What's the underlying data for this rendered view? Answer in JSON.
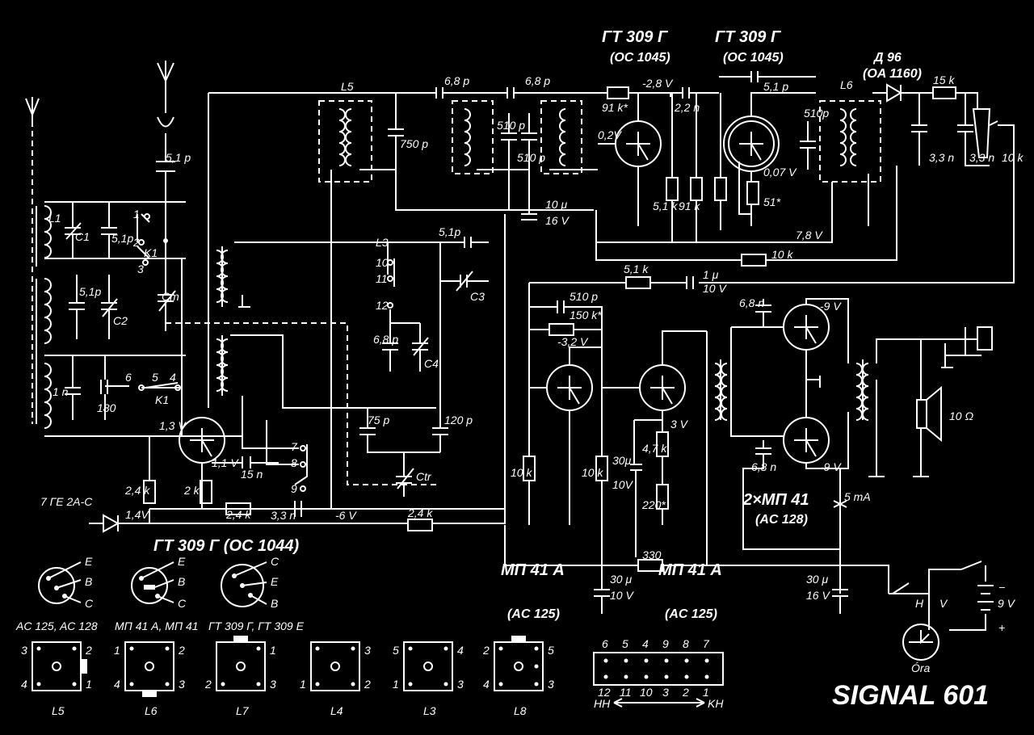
{
  "title": "SIGNAL 601",
  "transistors": {
    "t1": {
      "type": "ГТ 309 Г",
      "equiv": "(OC 1045)"
    },
    "t2": {
      "type": "ГТ 309 Г",
      "equiv": "(OC 1045)"
    },
    "t3": {
      "type": "ГТ 309 Г (OC 1044)"
    },
    "t4": {
      "type": "МП 41 А",
      "equiv": "(AC 125)"
    },
    "t5": {
      "type": "МП 41 А",
      "equiv": "(AC 125)"
    },
    "out": {
      "type": "2×МП 41",
      "equiv": "(AC 128)"
    }
  },
  "diodes": {
    "detector": {
      "type": "Д 96",
      "equiv": "(OA 1160)"
    },
    "ref": {
      "type": "7 ГЕ 2А-С"
    }
  },
  "labels": {
    "c51p_ant": "5,1 p",
    "L1": "L1",
    "C1": "C1",
    "c51p_a": "5,1p",
    "K1_top": "K1",
    "c51p_b": "5,1p",
    "C2": "C2",
    "Cm": "Cm",
    "c1n": "1 n",
    "c180": "180",
    "K1_bot": "K1",
    "sw1": "1",
    "sw2": "2",
    "sw3": "3",
    "sw4": "4",
    "sw5": "5",
    "sw6": "6",
    "L5": "L5",
    "c750p": "750 p",
    "c68p_a": "6,8 p",
    "c68p_b": "6,8 p",
    "c510p_a": "510 p",
    "c510p_b": "510 p",
    "c10u": "10 μ",
    "v16": "16 V",
    "r91k": "91 k*",
    "v28": "-2,8 V",
    "c22n": "2,2 n",
    "v02": "0,2V",
    "r51k": "5,1 k",
    "r91k2": "91 k",
    "c51p_c": "5,1 p",
    "c510p_c": "510p",
    "v007": "0,07 V",
    "r51": "51*",
    "L6": "L6",
    "r15k": "15 k",
    "c33n_a": "3,3 n",
    "c33n_b": "3,3 n",
    "pot10k": "10 k",
    "v78": "7,8 V",
    "r10k": "10 k",
    "L3": "L3",
    "n10": "10",
    "n11": "11",
    "n12": "12",
    "c51p_d": "5,1p",
    "C3": "C3",
    "c68p_c": "6,8 p",
    "C4": "C4",
    "c75p": "75 p",
    "c120p": "120 p",
    "Ctr": "Ctr",
    "n7": "7",
    "n8": "8",
    "n9": "9",
    "v13": "1,3 V",
    "v11": "1,1 V",
    "c15n": "15 n",
    "r24k_a": "2,4 k",
    "r2k": "2 k",
    "r24k_b": "2,4 k",
    "c33n_c": "3,3 n",
    "v6": "-6 V",
    "r24k_c": "2,4 k",
    "v14": "1,4V",
    "r51k_b": "5,1 k",
    "c1u": "1 μ",
    "v10": "10 V",
    "c510p_d": "510 p",
    "r150k": "150 k*",
    "v32": "-3,2 V",
    "r10k_a": "10 k",
    "r10k_b": "10 k",
    "c30u_a": "30μ",
    "v10b": "10V",
    "r47k": "4,7 k",
    "v3": "3 V",
    "r220": "220*",
    "c68n_a": "6,8 n",
    "v9a": "-9 V",
    "c68n_b": "6,8 n",
    "v9b": "-9 V",
    "ma5": "5 mA",
    "ohm10": "10 Ω",
    "r330": "330",
    "c30u_b": "30 μ",
    "v10c": "10 V",
    "c30u_c": "30 μ",
    "v16b": "16 V",
    "swH": "H",
    "swV": "V",
    "bat": "9 V",
    "ora": "Óra",
    "minus": "−",
    "plus": "+"
  },
  "pinouts": [
    {
      "pins": [
        "E",
        "B",
        "C"
      ],
      "caption": "AC 125,  AC 128"
    },
    {
      "pins": [
        "E",
        "B",
        "C"
      ],
      "caption": "МП 41 А, МП 41"
    },
    {
      "pins": [
        "C",
        "E",
        "B"
      ],
      "caption": "ГТ 309 Г,  ГТ 309 Е"
    }
  ],
  "coils": [
    {
      "name": "L5",
      "tl": "3",
      "tr": "2",
      "bl": "4",
      "br": "1"
    },
    {
      "name": "L6",
      "tl": "1",
      "tr": "2",
      "bl": "4",
      "br": "3"
    },
    {
      "name": "L7",
      "tl": "",
      "tr": "1",
      "bl": "2",
      "br": "3"
    },
    {
      "name": "L4",
      "tl": "",
      "tr": "3",
      "bl": "1",
      "br": "2"
    },
    {
      "name": "L3",
      "tl": "5",
      "tr": "4",
      "bl": "1",
      "br": "3"
    },
    {
      "name": "L8",
      "tl": "2",
      "tr": "5",
      "bl": "4",
      "br": "3"
    }
  ],
  "connector": {
    "top": [
      "6",
      "5",
      "4",
      "9",
      "8",
      "7"
    ],
    "bottom": [
      "12",
      "11",
      "10",
      "3",
      "2",
      "1"
    ],
    "left": "HH",
    "right": "KH"
  }
}
